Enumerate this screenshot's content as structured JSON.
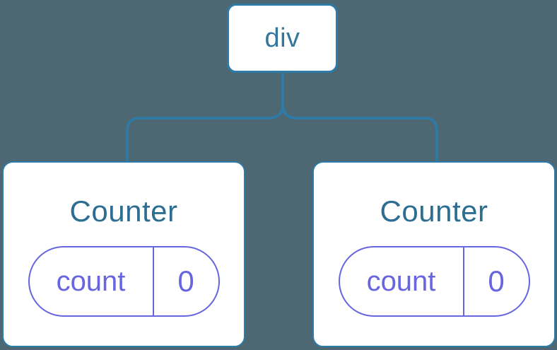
{
  "colors": {
    "background": "#4D6872",
    "line": "#2D7BA8",
    "node_fill": "#FFFFFF",
    "node_text": "#35779D",
    "heading_text": "#2E6D92",
    "state_accent": "#6865E1"
  },
  "tree": {
    "root": {
      "label": "div"
    },
    "children": [
      {
        "title": "Counter",
        "state": {
          "key": "count",
          "value": "0"
        }
      },
      {
        "title": "Counter",
        "state": {
          "key": "count",
          "value": "0"
        }
      }
    ]
  }
}
